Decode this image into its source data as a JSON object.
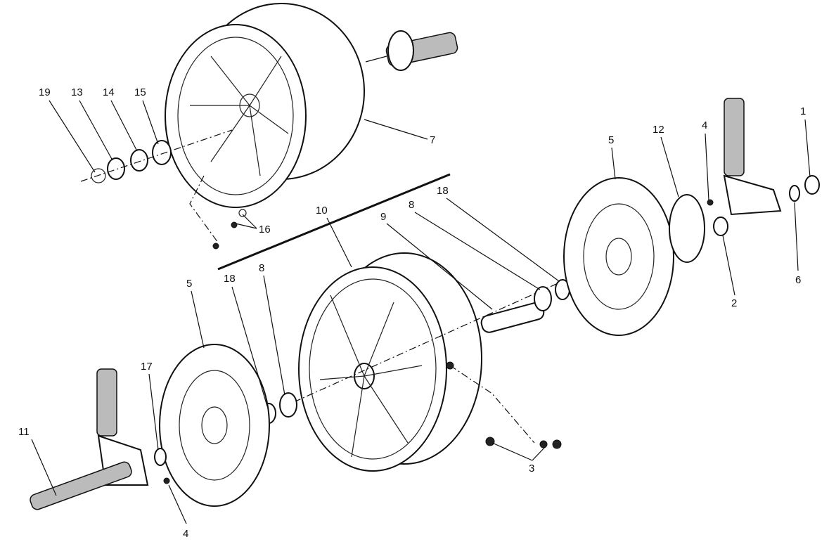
{
  "diagram": {
    "type": "exploded-parts-view",
    "callouts": [
      "19",
      "13",
      "14",
      "15",
      "7",
      "16",
      "10",
      "9",
      "8",
      "18",
      "5",
      "12",
      "4",
      "1",
      "2",
      "6",
      "5",
      "18",
      "8",
      "17",
      "11",
      "4",
      "3"
    ]
  }
}
